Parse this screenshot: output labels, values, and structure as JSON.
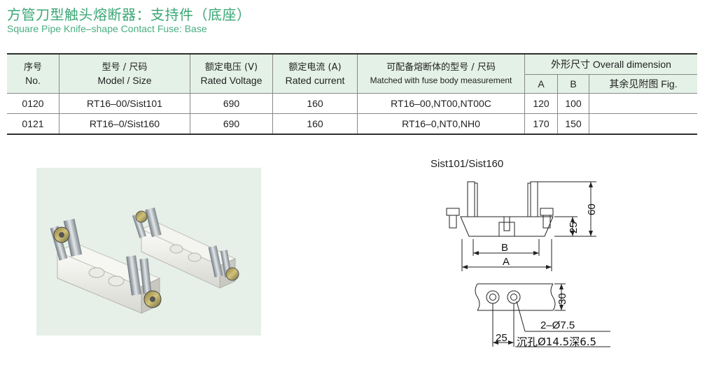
{
  "heading": {
    "title_zh": "方管刀型触头熔断器：支持件（底座）",
    "title_en": "Square Pipe Knife–shape Contact Fuse: Base"
  },
  "table": {
    "headers": {
      "no_zh": "序号",
      "no_en": "No.",
      "model_zh": "型号 / 尺码",
      "model_en": "Model / Size",
      "voltage_zh": "额定电压 (V)",
      "voltage_en": "Rated Voltage",
      "current_zh": "额定电流 (A)",
      "current_en": "Rated current",
      "matched_zh": "可配备熔断体的型号 / 尺码",
      "matched_en": "Matched with fuse body measurement",
      "overall": "外形尺寸 Overall dimension",
      "a": "A",
      "b": "B",
      "fig": "其余见附图 Fig."
    },
    "rows": [
      {
        "no": "0120",
        "model": "RT16–00/Sist101",
        "voltage": "690",
        "current": "160",
        "matched": "RT16–00,NT00,NT00C",
        "a": "120",
        "b": "100",
        "fig": ""
      },
      {
        "no": "0121",
        "model": "RT16–0/Sist160",
        "voltage": "690",
        "current": "160",
        "matched": "RT16–0,NT0,NH0",
        "a": "170",
        "b": "150",
        "fig": ""
      }
    ]
  },
  "drawing": {
    "title": "Sist101/Sist160",
    "dim_60": "60",
    "dim_25_vertical": "25",
    "dim_b": "B",
    "dim_a": "A",
    "dim_30": "30",
    "dim_25_bottom": "25",
    "hole_note": "2–Ø7.5",
    "counterbore_note": "沉孔Ø14.5深6.5"
  },
  "colors": {
    "title_green": "#3aa876",
    "header_bg": "#e4f1e6",
    "photo_bg": "#e6f0e8"
  }
}
